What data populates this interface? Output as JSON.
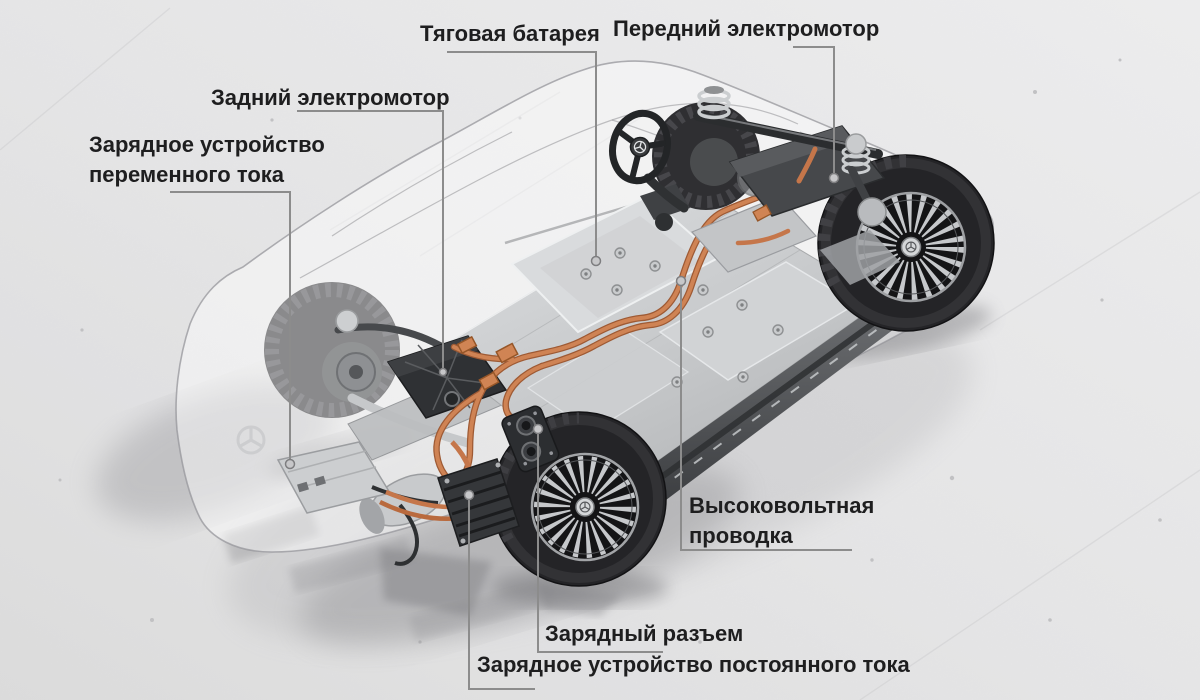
{
  "diagram": {
    "labels": {
      "traction_battery": "Тяговая батарея",
      "front_motor": "Передний электромотор",
      "rear_motor": "Задний электромотор",
      "ac_charger_line1": "Зарядное устройство",
      "ac_charger_line2": "переменного тока",
      "hv_wiring_line1": "Высоковольтная",
      "hv_wiring_line2": "проводка",
      "charge_port": "Зарядный разъем",
      "dc_charger": "Зарядное устройство постоянного тока"
    },
    "colors": {
      "floor": "#e8e8e9",
      "label_text": "#1e1e1f",
      "leader_line": "#8c8c8c",
      "hv_cable_orange": "#c97f4f",
      "battery_silver": "#cdcfd1",
      "tire_dark": "#26262a"
    },
    "icons": {
      "steering_hub": "mercedes-star-icon",
      "wheel_hub": "mercedes-star-icon",
      "trunk_badge": "mercedes-star-icon"
    }
  }
}
